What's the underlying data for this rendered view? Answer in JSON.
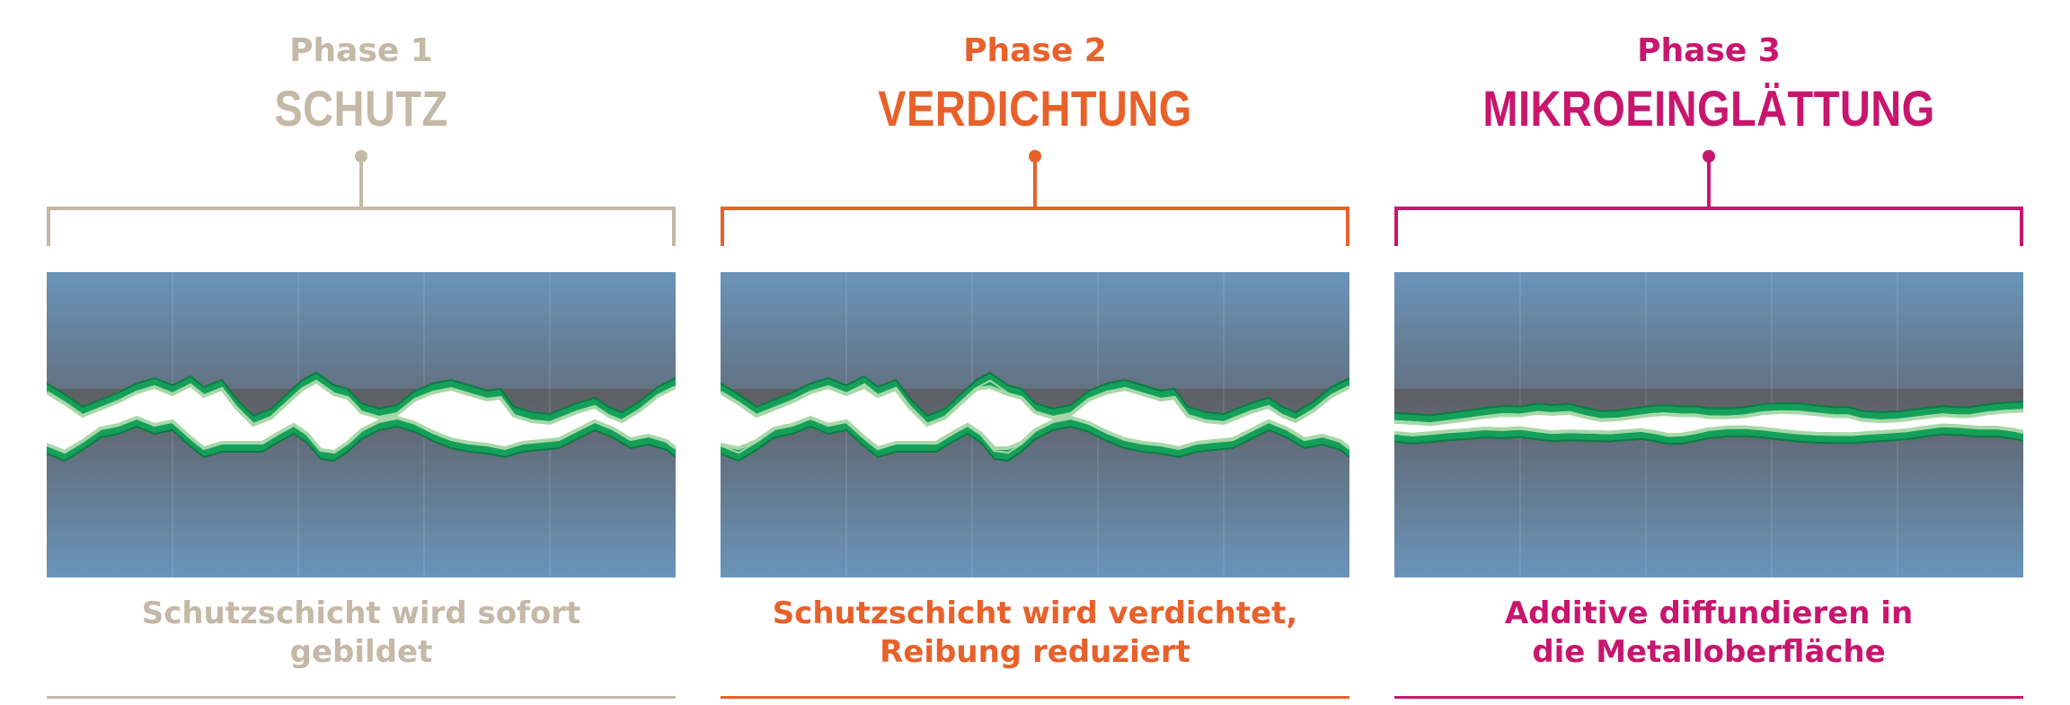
{
  "phases": [
    {
      "label": "Phase 1",
      "title": "SCHUTZ",
      "caption_lines": [
        "Schutzschicht wird sofort",
        "gebildet"
      ],
      "color": "#c4b8a6",
      "stage": 1
    },
    {
      "label": "Phase 2",
      "title": "VERDICHTUNG",
      "caption_lines": [
        "Schutzschicht wird verdichtet,",
        "Reibung reduziert"
      ],
      "color": "#e8602a",
      "stage": 2
    },
    {
      "label": "Phase 3",
      "title": "MIKROEINGLÄTTUNG",
      "caption_lines": [
        "Additive diffundieren in",
        "die Metalloberfläche"
      ],
      "color": "#c8156e",
      "stage": 3
    }
  ],
  "colors": {
    "metal_blue": "#6a94ba",
    "metal_dark": "#5e5e62",
    "layer_green": "#14a05a",
    "layer_light": "#a8d8a8",
    "gap": "#ffffff"
  }
}
